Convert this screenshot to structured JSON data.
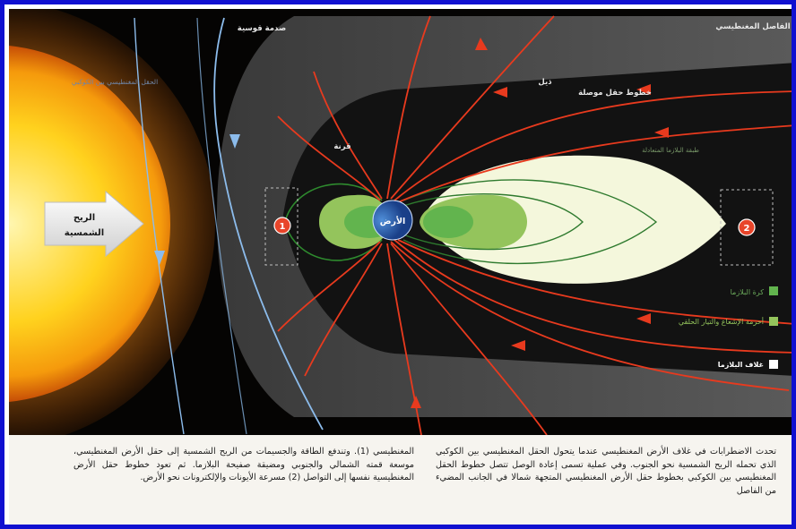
{
  "labels": {
    "bow_shock": "صدمة قوسية",
    "magnetopause_top": "الفاصل المغنطيسي",
    "imf": "الحقل المغنطيسي بين الكوكبي",
    "cusp": "قرنة",
    "tail": "ذيل",
    "connected_lines": "خطوط حقل موصلة",
    "earth": "الأرض",
    "solar_wind_1": "الريح",
    "solar_wind_2": "الشمسية",
    "neutral_sheet": "طبقة البلازما المتعادلة",
    "marker_1": "1",
    "marker_2": "2"
  },
  "legend": {
    "items": [
      {
        "label": "كرة البلازما",
        "color": "#62b44e"
      },
      {
        "label": "أحزمة الإشعاع والتيار الحلقي",
        "color": "#94c45c"
      },
      {
        "label": "غلاف البلازما",
        "color": "#ffffff"
      }
    ]
  },
  "caption": {
    "right": "تحدث الاضطرابات في غلاف الأرض المغنطيسي عندما يتحول الحقل المغنطيسي بين الكوكبي الذي تحمله الريح الشمسية نحو الجنوب. وفي عملية تسمى إعادة الوصل تتصل خطوط الحقل المغنطيسي بين الكوكبي بخطوط حقل الأرض المغنطيسي المتجهة شمالا في الجانب المضيء من الفاصل",
    "left": "المغنطيسي (1). وتندفع الطاقة والجسيمات من الريح الشمسية إلى حقل الأرض المغنطيسي، موسعة قمته الشمالي والجنوبي ومضيقة صفيحة البلازما. ثم تعود خطوط حقل الأرض المغنطيسية نفسها إلى التواصل (2) مسرعة الأيونات والإلكترونات نحو الأرض."
  },
  "colors": {
    "field_line": "#e83a1e",
    "imf_line": "#8cbcec",
    "sun": "#f7c41b",
    "plasmasphere": "#62b44e",
    "radiation_belts": "#94c45c",
    "plasma_sheet": "#f4f7dc",
    "border": "#1010d0"
  }
}
